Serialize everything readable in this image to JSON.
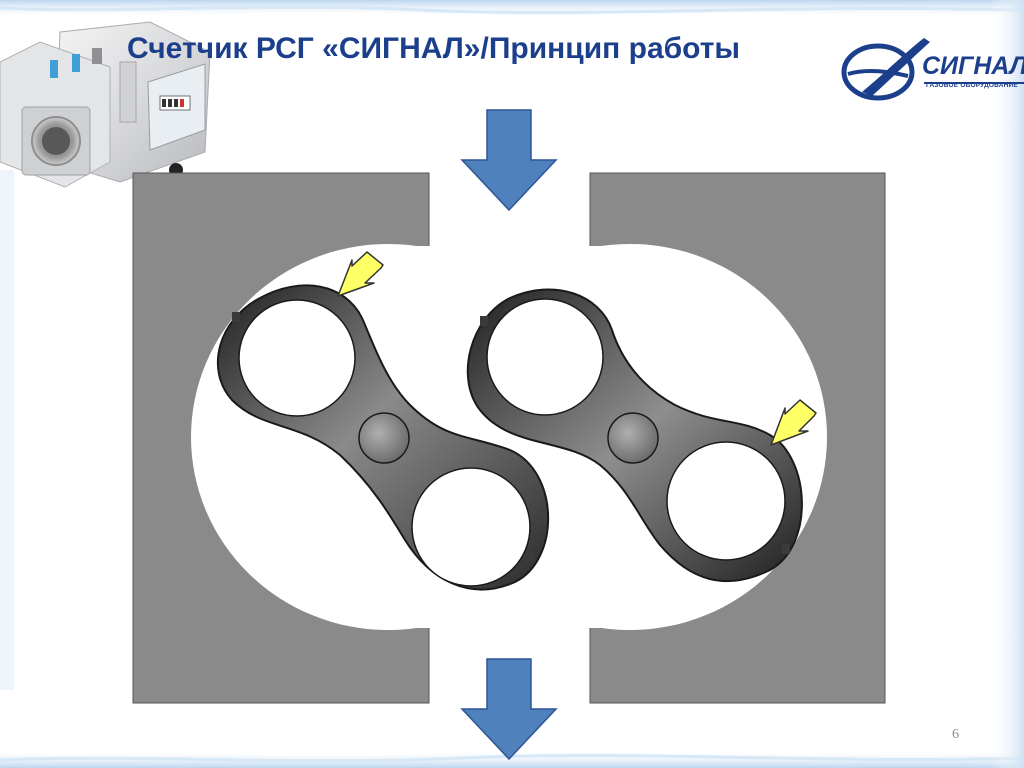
{
  "slide": {
    "title": "Счетчик РСГ «СИГНАЛ»/Принцип работы",
    "page_number": "6"
  },
  "logo": {
    "name": "СИГНАЛ",
    "subtitle": "ГАЗОВОЕ ОБОРУДОВАНИЕ",
    "color": "#1c3f8c"
  },
  "diagram": {
    "housing_color": "#8a8a8a",
    "rotor_color": "#3a3a3a",
    "flow_arrow_color": "#4f81bd",
    "contact_arrow_color": "#ffff66",
    "flow_arrows": [
      "inlet-top",
      "outlet-bottom"
    ],
    "contact_arrows": [
      "left-rotor-top",
      "right-rotor-right"
    ]
  }
}
